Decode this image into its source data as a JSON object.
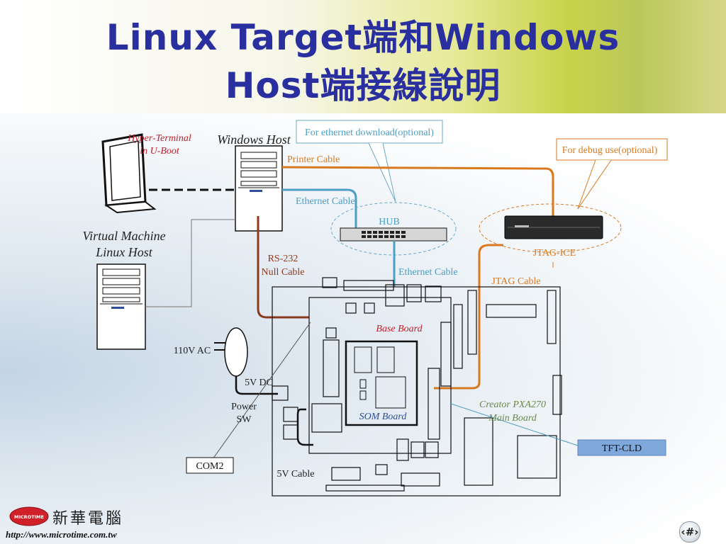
{
  "title": {
    "line1": "Linux Target端和Windows",
    "line2": "Host端接線說明"
  },
  "diagram": {
    "hyper_terminal": "Hyper-Terminal",
    "in_uboot": "in U-Boot",
    "windows_host": "Windows Host",
    "vm_line1": "Virtual Machine",
    "vm_line2": "Linux Host",
    "printer_cable": "Printer Cable",
    "ethernet_cable_top": "Ethernet Cable",
    "ethernet_cable_mid": "Ethernet Cable",
    "hub": "HUB",
    "jtag_ice": "JTAG-ICE",
    "jtag_cable": "JTAG Cable",
    "rs232": "RS-232",
    "null_cable": "Null Cable",
    "callout_ethernet": "For ethernet download(optional)",
    "callout_debug": "For debug use(optional)",
    "base_board": "Base Board",
    "som_board": "SOM Board",
    "creator_line1": "Creator PXA270",
    "creator_line2": "Main Board",
    "tft_cld": "TFT-CLD",
    "ac_110": "110V AC",
    "dc_5v": "5V DC",
    "power": "Power",
    "sw": "SW",
    "com2": "COM2",
    "cable_5v": "5V Cable"
  },
  "footer": {
    "company": "新華電腦",
    "url": "http://www.microtime.com.tw",
    "logo_text": "MICROTIME",
    "page_number": "‹#›"
  },
  "colors": {
    "title": "#2a2fa0",
    "orange_cable": "#d9791f",
    "blue_cable": "#4d9ec4",
    "brown_cable": "#8b3a1e",
    "red_label": "#c0202a",
    "blue_label": "#2d4f9a"
  }
}
